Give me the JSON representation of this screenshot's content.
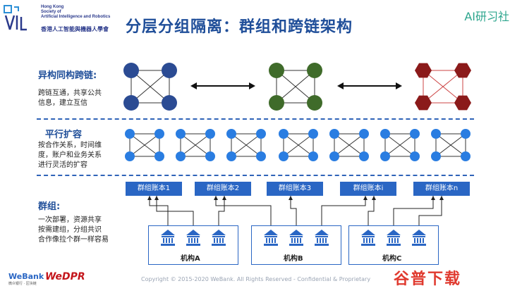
{
  "header": {
    "org_en": [
      "Hong Kong",
      "Society of",
      "Artificial Intelligence and Robotics"
    ],
    "org_zh": "香港人工智能與機器人學會",
    "title": "分层分组隔离：群组和跨链架构",
    "brand": "AI研习社"
  },
  "sections": {
    "crosschain": {
      "title": "异构同构跨链:",
      "desc": [
        "跨链互通，共享公共",
        "信息，建立互信"
      ]
    },
    "parallel": {
      "title": "平行扩容",
      "desc": [
        "按合作关系，时间维",
        "度，账户和业务关系",
        "进行灵活的扩容"
      ]
    },
    "group": {
      "title": "群组:",
      "desc": [
        "一次部署，资源共享",
        "按需建组，分组共识",
        "合作像拉个群一样容易"
      ]
    }
  },
  "colors": {
    "accent": "#1f4e99",
    "node_blue": "#2b4b93",
    "node_green": "#3f6b2a",
    "node_red": "#8b1a1a",
    "node_light": "#2a7de1",
    "box": "#2a66c4"
  },
  "accounts": [
    "群组账本1",
    "群组账本2",
    "群组账本3",
    "群组账本i",
    "群组账本n"
  ],
  "orgs": [
    "机构A",
    "机构B",
    "机构C"
  ],
  "footer": {
    "copyright": "Copyright © 2015-2020 WeBank. All Rights Reserved - Confidential & Proprietary",
    "webank": "WeBank",
    "webank_sub": "微众银行 · 区块链",
    "wedpr": "WeDPR",
    "badge": "谷普下载"
  }
}
